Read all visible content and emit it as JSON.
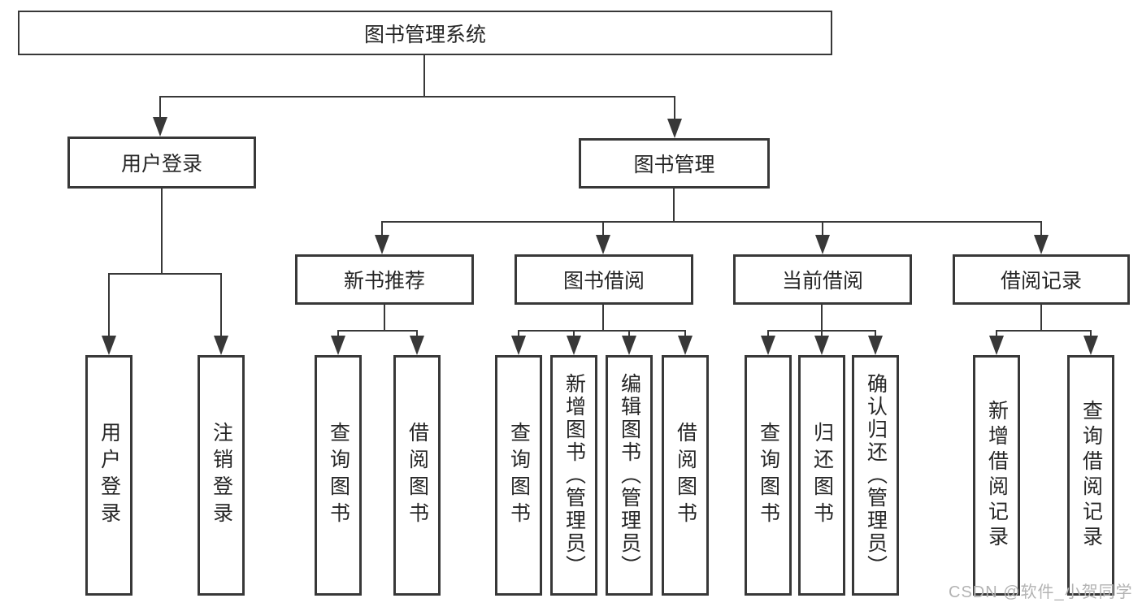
{
  "diagram": {
    "type": "hierarchy-tree",
    "tree": {
      "label": "图书管理系统",
      "children": [
        {
          "label": "用户登录",
          "children": [
            {
              "label": "用户登录"
            },
            {
              "label": "注销登录"
            }
          ]
        },
        {
          "label": "图书管理",
          "children": [
            {
              "label": "新书推荐",
              "children": [
                {
                  "label": "查询图书"
                },
                {
                  "label": "借阅图书"
                }
              ]
            },
            {
              "label": "图书借阅",
              "children": [
                {
                  "label": "查询图书"
                },
                {
                  "label": "新增图书（管理员）"
                },
                {
                  "label": "编辑图书（管理员）"
                },
                {
                  "label": "借阅图书"
                }
              ]
            },
            {
              "label": "当前借阅",
              "children": [
                {
                  "label": "查询图书"
                },
                {
                  "label": "归还图书"
                },
                {
                  "label": "确认归还（管理员）"
                }
              ]
            },
            {
              "label": "借阅记录",
              "children": [
                {
                  "label": "新增借阅记录"
                },
                {
                  "label": "查询借阅记录"
                }
              ]
            }
          ]
        }
      ]
    },
    "colors": {
      "line": "#383838",
      "text": "#262626",
      "background": "#ffffff",
      "watermark": "#b3b3b3"
    }
  },
  "watermark": {
    "text": "CSDN @软件_小贺同学"
  }
}
